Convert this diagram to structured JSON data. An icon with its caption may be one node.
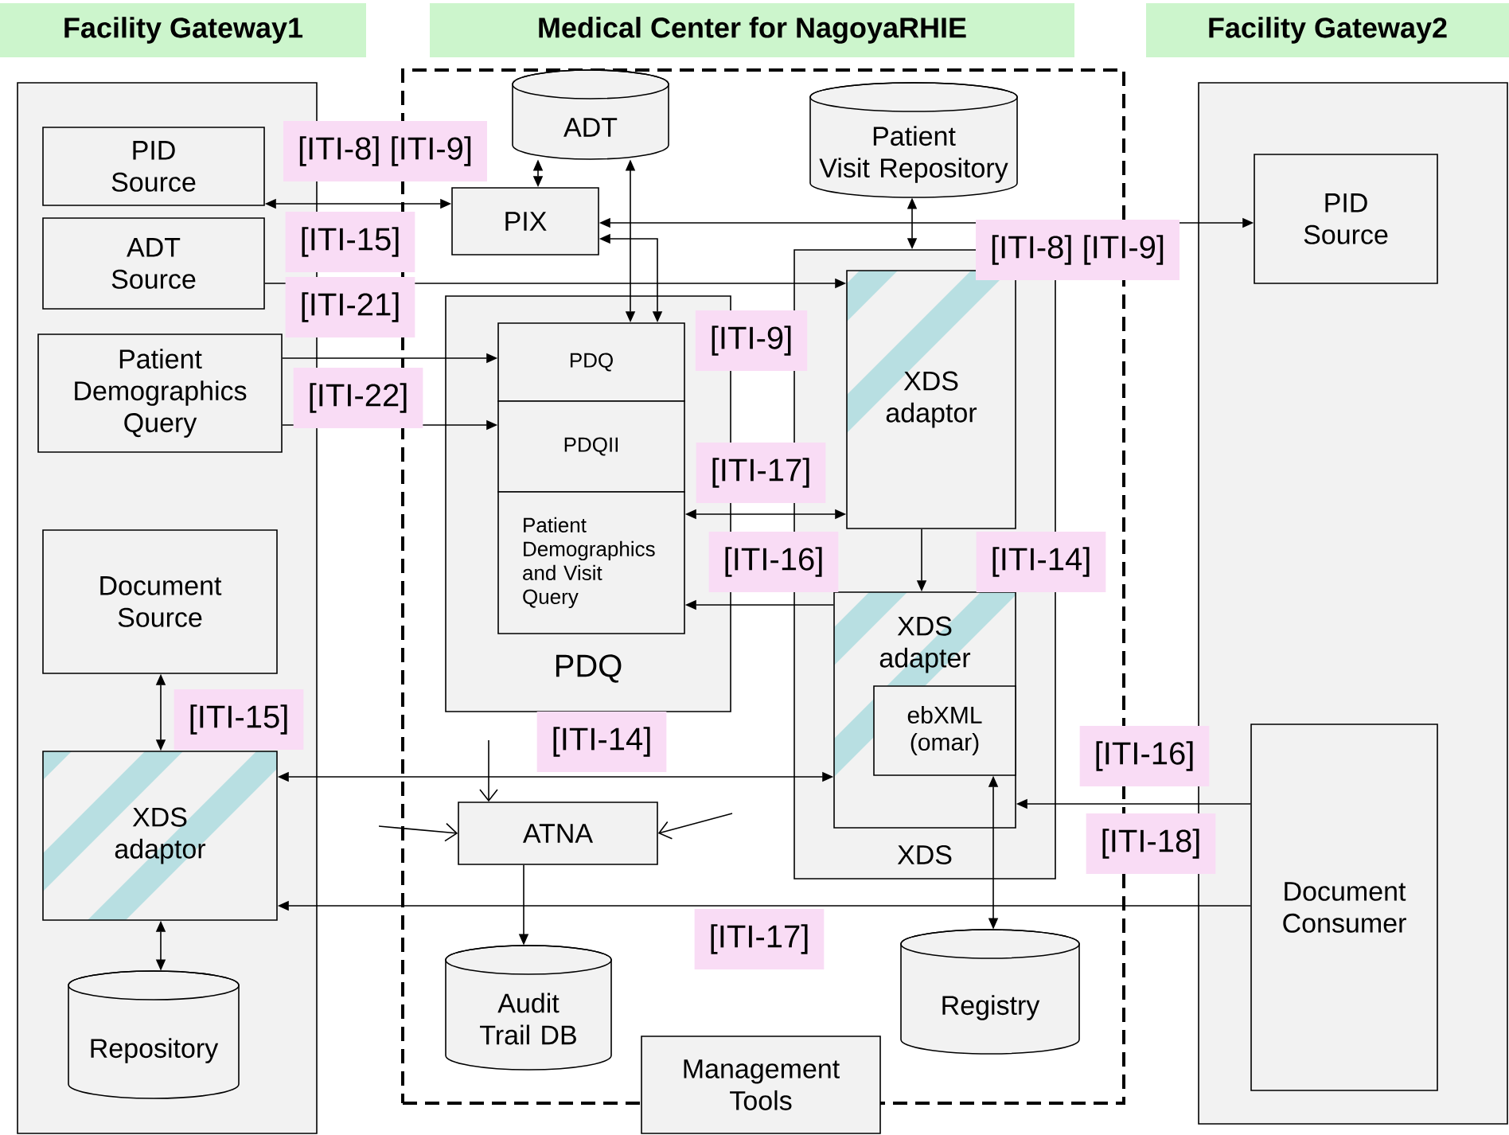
{
  "diagram": {
    "nodes": [
      {
        "text": [
          "Facility Gateway1"
        ]
      },
      {
        "text": [
          "Medical Center for NagoyaRHIE"
        ]
      },
      {
        "text": [
          "Facility Gateway2"
        ]
      },
      {
        "text": [
          "PID Source"
        ],
        "in": 0
      },
      {
        "text": [
          "ADT Source"
        ],
        "in": 0
      },
      {
        "text": [
          "Patient Demographics Query"
        ],
        "in": 0
      },
      {
        "text": [
          "Document Source"
        ],
        "in": 0
      },
      {
        "text": [
          "XDS adaptor"
        ],
        "in": 0
      },
      {
        "text": [
          "Repository"
        ],
        "in": 0
      },
      {
        "text": [
          "ADT"
        ],
        "in": 1
      },
      {
        "text": [
          "Patient Visit Repository"
        ],
        "in": 1
      },
      {
        "text": [
          "PIX"
        ],
        "in": 1
      },
      {
        "text": [
          "PDQ"
        ],
        "in": 1
      },
      {
        "text": [
          "PDQ"
        ],
        "in": 12
      },
      {
        "text": [
          "PDQII"
        ],
        "in": 12
      },
      {
        "text": [
          "Patient Demographics and Visit Query"
        ],
        "in": 12
      },
      {
        "text": [
          "XDS"
        ],
        "in": 1
      },
      {
        "text": [
          "XDS adaptor"
        ],
        "in": 16
      },
      {
        "text": [
          "XDS adapter"
        ],
        "in": 16
      },
      {
        "text": [
          "ebXML (omar)"
        ],
        "in": 18
      },
      {
        "text": [
          "ATNA"
        ],
        "in": 1
      },
      {
        "text": [
          "Audit Trail DB"
        ],
        "in": 1
      },
      {
        "text": [
          "Registry"
        ],
        "in": 1
      },
      {
        "text": [
          "Management Tools"
        ]
      },
      {
        "text": [
          "PID Source"
        ],
        "in": 2
      },
      {
        "text": [
          "Document Consumer"
        ],
        "in": 2
      }
    ],
    "edges": [
      {
        "from": 3,
        "to": 11,
        "arrow": "both",
        "label": "[ITI-8] [ITI-9]"
      },
      {
        "from": 9,
        "to": 11,
        "arrow": "both"
      },
      {
        "from": 9,
        "to": 13,
        "arrow": "both"
      },
      {
        "from": 11,
        "to": 13,
        "arrow": "both",
        "label": "[ITI-9]"
      },
      {
        "from": 11,
        "to": 24,
        "arrow": "both",
        "label": "[ITI-8] [ITI-9]"
      },
      {
        "from": 10,
        "to": 16,
        "arrow": "both"
      },
      {
        "from": 4,
        "to": 17,
        "arrow": "to",
        "label": "[ITI-15]"
      },
      {
        "from": 5,
        "to": 13,
        "arrow": "to",
        "label": "[ITI-21]"
      },
      {
        "from": 5,
        "to": 14,
        "arrow": "to",
        "label": "[ITI-22]"
      },
      {
        "from": 15,
        "to": 17,
        "arrow": "both",
        "label": "[ITI-17]"
      },
      {
        "from": 18,
        "to": 15,
        "arrow": "to",
        "label": "[ITI-16]"
      },
      {
        "from": 17,
        "to": 18,
        "arrow": "to",
        "label": "[ITI-14]"
      },
      {
        "from": 6,
        "to": 7,
        "arrow": "both",
        "label": "[ITI-15]"
      },
      {
        "from": 7,
        "to": 18,
        "arrow": "both",
        "label": "[ITI-14]"
      },
      {
        "from": null,
        "to": 20,
        "arrow": "to"
      },
      {
        "from": null,
        "to": 20,
        "arrow": "to"
      },
      {
        "from": null,
        "to": 20,
        "arrow": "to"
      },
      {
        "from": 20,
        "to": 21,
        "arrow": "to"
      },
      {
        "from": 19,
        "to": 22,
        "arrow": "both"
      },
      {
        "from": 25,
        "to": 18,
        "arrow": "to",
        "label": "[ITI-16]"
      },
      {
        "from": 25,
        "to": 7,
        "arrow": "to",
        "label": "[ITI-17]"
      },
      {
        "from": 8,
        "to": 7,
        "arrow": "both"
      }
    ],
    "labels": [
      "[ITI-18]"
    ]
  }
}
